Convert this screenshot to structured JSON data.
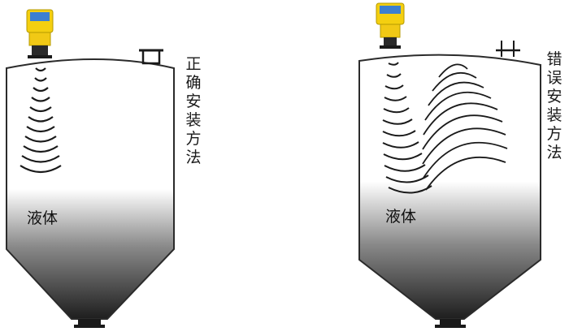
{
  "panels": [
    {
      "method_label": "正确安装方法",
      "liquid_label": "液体"
    },
    {
      "method_label": "错误安装方法",
      "liquid_label": "液体"
    }
  ],
  "colors": {
    "tank_outline": "#2b2b2b",
    "liquid_dark": "#222222",
    "transmitter_yellow": "#f4cf10",
    "transmitter_blue": "#3c7fd0",
    "wave": "#1a1a1a"
  },
  "icons": [
    "ultrasonic-level-transmitter-icon",
    "flange-nozzle-icon"
  ]
}
